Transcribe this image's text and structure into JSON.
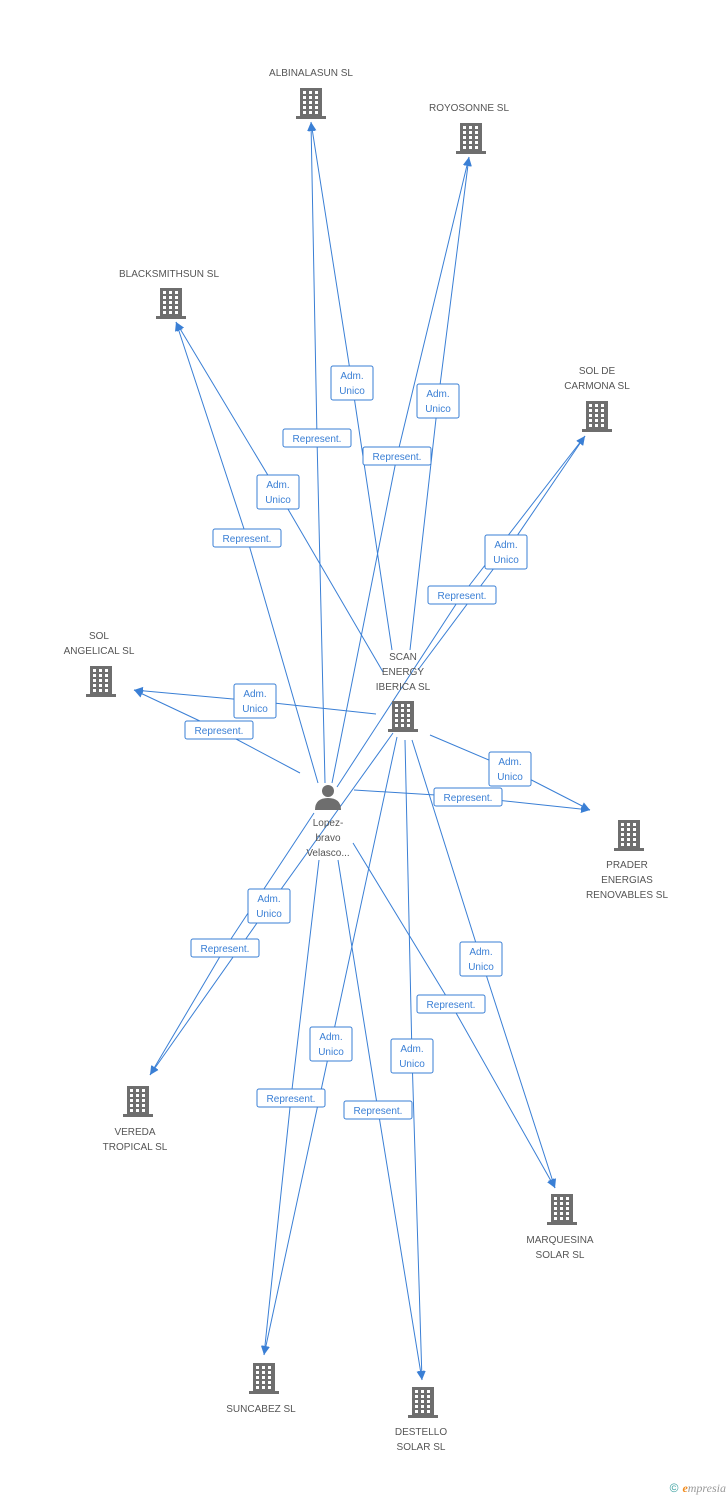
{
  "person": {
    "id": "person",
    "label_lines": [
      "Lopez-",
      "bravo",
      "Velasco..."
    ]
  },
  "nodes": [
    {
      "id": "albinalasun",
      "label_lines": [
        "ALBINALASUN SL"
      ]
    },
    {
      "id": "royosonne",
      "label_lines": [
        "ROYOSONNE SL"
      ]
    },
    {
      "id": "blacksmithsun",
      "label_lines": [
        "BLACKSMITHSUN SL"
      ]
    },
    {
      "id": "soldecarmona",
      "label_lines": [
        "SOL DE",
        "CARMONA SL"
      ]
    },
    {
      "id": "solangelical",
      "label_lines": [
        "SOL",
        "ANGELICAL SL"
      ]
    },
    {
      "id": "scan",
      "label_lines": [
        "SCAN",
        "ENERGY",
        "IBERICA SL"
      ]
    },
    {
      "id": "prader",
      "label_lines": [
        "PRADER",
        "ENERGIAS",
        "RENOVABLES SL"
      ]
    },
    {
      "id": "vereda",
      "label_lines": [
        "VEREDA",
        "TROPICAL SL"
      ]
    },
    {
      "id": "marquesina",
      "label_lines": [
        "MARQUESINA",
        "SOLAR SL"
      ]
    },
    {
      "id": "suncabez",
      "label_lines": [
        "SUNCABEZ SL"
      ]
    },
    {
      "id": "destello",
      "label_lines": [
        "DESTELLO",
        "SOLAR SL"
      ]
    }
  ],
  "edges": [
    {
      "from": "person",
      "to": "albinalasun",
      "label": "Represent."
    },
    {
      "from": "scan",
      "to": "albinalasun",
      "label": "Adm. Unico"
    },
    {
      "from": "person",
      "to": "royosonne",
      "label": "Represent."
    },
    {
      "from": "scan",
      "to": "royosonne",
      "label": "Adm. Unico"
    },
    {
      "from": "person",
      "to": "blacksmithsun",
      "label": "Represent."
    },
    {
      "from": "scan",
      "to": "blacksmithsun",
      "label": "Adm. Unico"
    },
    {
      "from": "person",
      "to": "soldecarmona",
      "label": "Represent."
    },
    {
      "from": "scan",
      "to": "soldecarmona",
      "label": "Adm. Unico"
    },
    {
      "from": "person",
      "to": "solangelical",
      "label": "Represent."
    },
    {
      "from": "scan",
      "to": "solangelical",
      "label": "Adm. Unico"
    },
    {
      "from": "person",
      "to": "prader",
      "label": "Represent."
    },
    {
      "from": "scan",
      "to": "prader",
      "label": "Adm. Unico"
    },
    {
      "from": "person",
      "to": "vereda",
      "label": "Represent."
    },
    {
      "from": "scan",
      "to": "vereda",
      "label": "Adm. Unico"
    },
    {
      "from": "person",
      "to": "marquesina",
      "label": "Represent."
    },
    {
      "from": "scan",
      "to": "marquesina",
      "label": "Adm. Unico"
    },
    {
      "from": "person",
      "to": "suncabez",
      "label": "Represent."
    },
    {
      "from": "scan",
      "to": "suncabez",
      "label": "Adm. Unico"
    },
    {
      "from": "person",
      "to": "destello",
      "label": "Represent."
    },
    {
      "from": "scan",
      "to": "destello",
      "label": "Adm. Unico"
    }
  ],
  "footer": {
    "copyright": "©",
    "brand_initial": "e",
    "brand_rest": "mpresia"
  },
  "colors": {
    "edge": "#3a7fd5",
    "icon": "#6e6e6e",
    "label": "#555555"
  }
}
